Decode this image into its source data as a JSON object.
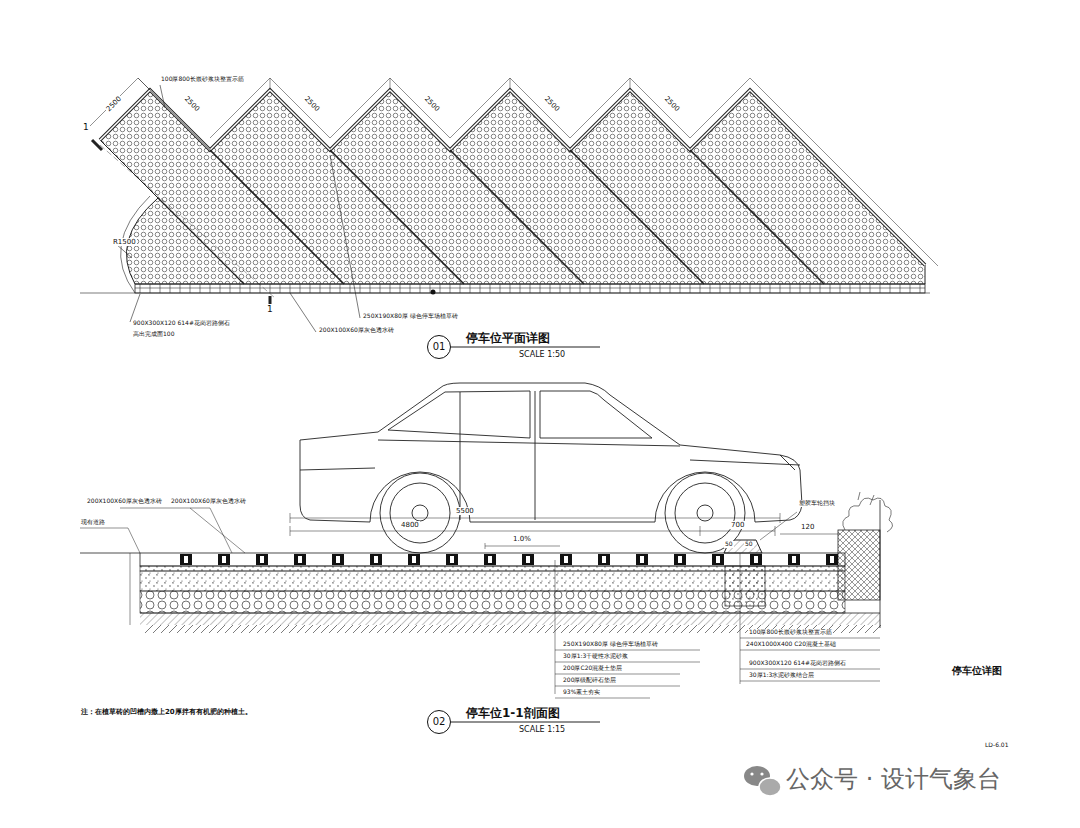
{
  "diagram": {
    "title": "停车位详图",
    "nodes": [
      {
        "text": [
          "01",
          "停车位平面详图"
        ]
      },
      {
        "text": [
          "02",
          "停车位1-1剖面图"
        ]
      }
    ],
    "labels": [
      "100厚800长嵌砂浆块整置示筋",
      "2500",
      "2500",
      "2500",
      "2500",
      "2500",
      "2500",
      "R1500",
      "1",
      "1",
      "250X190X80厚 绿色停车场植草砖",
      "200X100X60厚灰色透水砖",
      "900X300X120 614#花岗岩路侧石",
      "高出完成面100",
      "SCALE 1:50",
      "200X100X60厚灰色透水砖",
      "200X100X60厚灰色透水砖",
      "现有道路",
      "5500",
      "4800",
      "700",
      "120",
      "1.0%",
      "50",
      "50",
      "塑胶车轮挡块",
      "250X190X80厚 绿色停车场植草砖",
      "30厚1:3干硬性水泥砂浆",
      "200厚C20混凝土垫层",
      "200厚级配碎石垫层",
      "93%素土夯实",
      "100厚800长嵌砂浆块整置示筋",
      "240X1000X400 C20混凝土基础",
      "900X300X120 614#花岗岩路侧石",
      "30厚1:3水泥砂浆结合层",
      "SCALE 1:15",
      "注：在植草砖的凹槽内撒上20厚拌有有机肥的种植土。",
      "LD-6.01",
      "公众号 · 设计气象台"
    ]
  }
}
